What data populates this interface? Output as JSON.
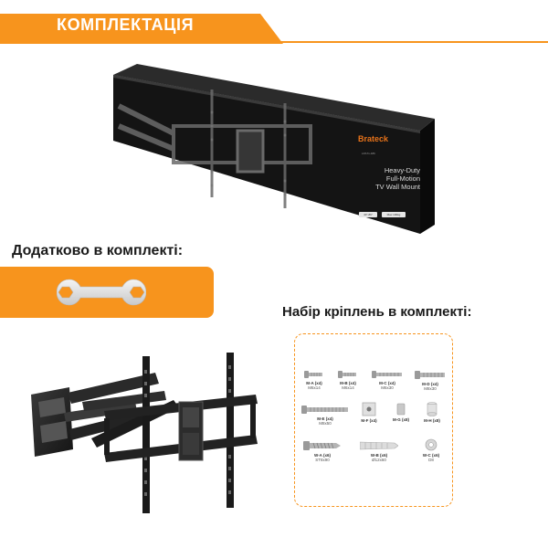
{
  "header": {
    "title": "КОМПЛЕКТАЦІЯ",
    "accent_color": "#f7941d"
  },
  "box": {
    "brand": "Brateck",
    "model_line": "LPA71-486",
    "description_lines": [
      "Heavy-Duty",
      "Full-Motion",
      "TV Wall Mount"
    ],
    "chips": [
      "40\"-86\"",
      "Max 100kg"
    ]
  },
  "additional": {
    "title": "Додатково в комплекті:",
    "icon": "wrench-icon"
  },
  "kit": {
    "title": "Набір кріплень в комплекті:",
    "parts": [
      {
        "label": "M-A (x4)",
        "size": "M6x14"
      },
      {
        "label": "M-B (x4)",
        "size": "M6x14"
      },
      {
        "label": "M-C (x4)",
        "size": "M6x30"
      },
      {
        "label": "M-D (x4)",
        "size": "M8x30"
      },
      {
        "label": "M-E (x4)",
        "size": "M8x50"
      },
      {
        "label": "M-F (x4)",
        "size": ""
      },
      {
        "label": "M-G (x8)",
        "size": ""
      },
      {
        "label": "M-H (x8)",
        "size": ""
      },
      {
        "label": "W-A (x6)",
        "size": "ST8x90"
      },
      {
        "label": "W-B (x6)",
        "size": "Ø12x60"
      },
      {
        "label": "W-C (x6)",
        "size": "D8"
      }
    ]
  }
}
